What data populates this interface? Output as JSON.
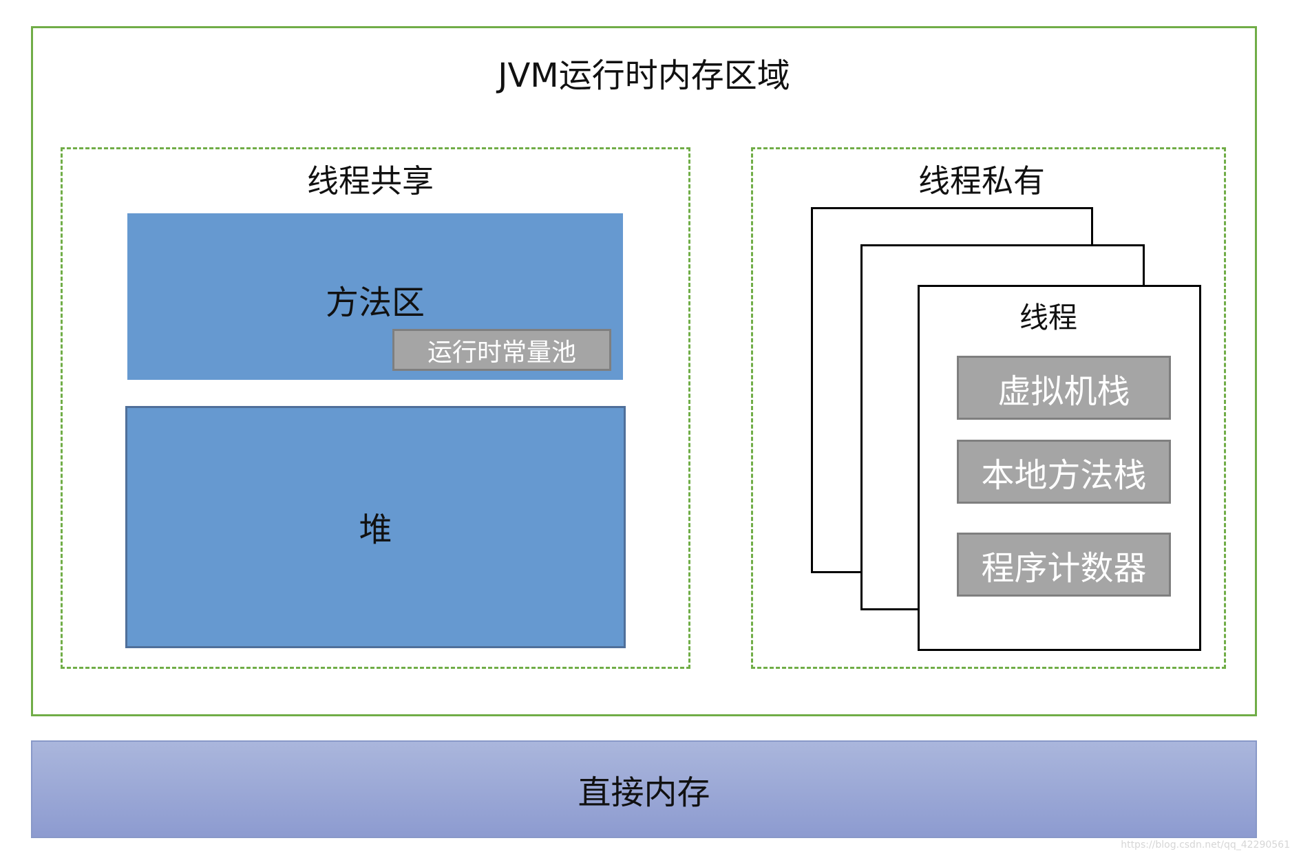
{
  "diagram": {
    "title": "JVM运行时内存区域",
    "shared": {
      "title": "线程共享",
      "method_area": {
        "label": "方法区",
        "runtime_constant_pool": "运行时常量池"
      },
      "heap": {
        "label": "堆"
      }
    },
    "private": {
      "title": "线程私有",
      "thread": {
        "label": "线程",
        "items": [
          "虚拟机栈",
          "本地方法栈",
          "程序计数器"
        ]
      }
    },
    "direct_memory": "直接内存"
  },
  "watermark": "https://blog.csdn.net/qq_42290561",
  "colors": {
    "outer_border": "#70ad47",
    "memory_block": "#6699d0",
    "gray_box": "#a5a5a5",
    "direct_memory": "#9aa6d6"
  }
}
